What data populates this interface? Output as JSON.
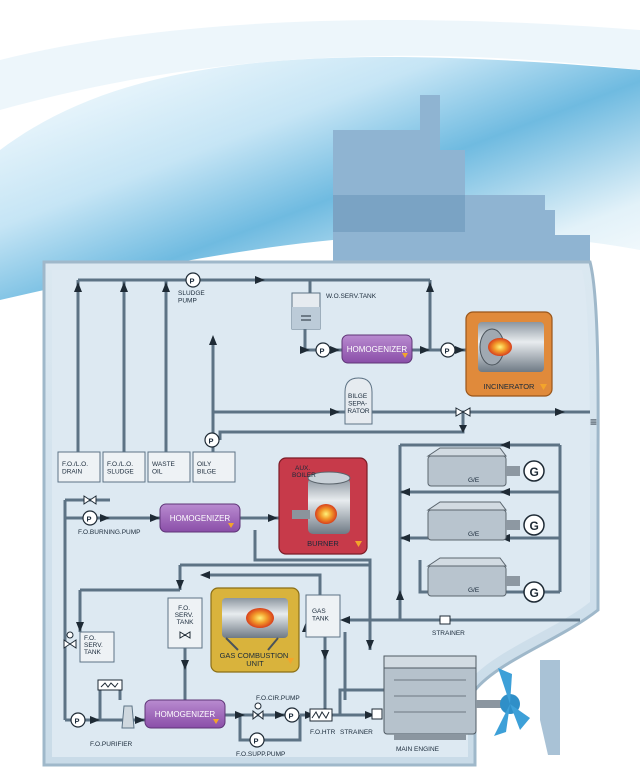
{
  "colors": {
    "hull_fill": "#d7e6f0",
    "sky_top": "#ffffff",
    "sky_blue": "#5fb3dd",
    "superstructure": "#8fb4d2",
    "pipe": "#5d7385",
    "homogenizer": "#9a62b4",
    "incinerator": "#e08a3b",
    "burner": "#c73a4a",
    "gas_unit": "#d9b33c",
    "tank_fill": "#e6ebf0"
  },
  "top": {
    "sludge_pump": "SLUDGE\nPUMP",
    "wo_serv_tank": "W.O.SERV.TANK",
    "homogenizer": "HOMOGENIZER",
    "incinerator": "INCINERATOR",
    "bilge_separator": "BILGE\nSEPA-\nRATOR"
  },
  "tanks": [
    {
      "label": "F.O./L.O.\nDRAIN"
    },
    {
      "label": "F.O./L.O.\nSLUDGE"
    },
    {
      "label": "WASTE\nOIL"
    },
    {
      "label": "OILY\nBILGE"
    }
  ],
  "middle": {
    "fo_burning_pump": "F.O.BURNING.PUMP",
    "homogenizer": "HOMOGENIZER",
    "aux_boiler": "AUX.\nBOILER",
    "burner": "BURNER",
    "generators": [
      "G/E",
      "G/E",
      "G/E"
    ],
    "g_symbol": "G"
  },
  "lower": {
    "fo_serv_tank_left": "F.O.\nSERV.\nTANK",
    "fo_serv_tank_center": "F.O.\nSERV.\nTANK",
    "gas_combustion_unit": "GAS COMBUSTION\nUNIT",
    "gas_tank": "GAS\nTANK",
    "strainer_right": "STRAINER",
    "fo_purifier": "F.O.PURIFIER",
    "homogenizer": "HOMOGENIZER",
    "fo_cir_pump": "F.O.CIR.PUMP",
    "fo_supp_pump": "F.O.SUPP.PUMP",
    "fo_htr": "F.O.HTR",
    "strainer_bottom": "STRAINER",
    "main_engine": "MAIN ENGINE"
  },
  "pump_symbol": "P"
}
